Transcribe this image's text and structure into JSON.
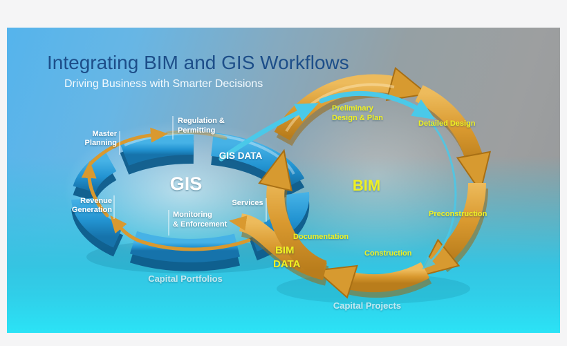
{
  "slide": {
    "title": "Integrating BIM and GIS Workflows",
    "subtitle": "Driving Business with Smarter Decisions",
    "gis": {
      "label": "GIS",
      "data_label": "GIS DATA",
      "caption": "Capital Portfolios",
      "stages": {
        "master_planning": {
          "line1": "Master",
          "line2": "Planning"
        },
        "regulation": {
          "line1": "Regulation &",
          "line2": "Permitting"
        },
        "revenue": {
          "line1": "Revenue",
          "line2": "Generation"
        },
        "monitoring": {
          "line1": "Monitoring",
          "line2": "& Enforcement"
        },
        "services": {
          "line1": "Services"
        }
      }
    },
    "bim": {
      "label": "BIM",
      "data_label": {
        "line1": "BIM",
        "line2": "DATA"
      },
      "caption": "Capital Projects",
      "stages": {
        "preliminary": {
          "line1": "Preliminary",
          "line2": "Design & Plan"
        },
        "detailed": {
          "line1": "Detailed Design"
        },
        "preconstruction": {
          "line1": "Preconstruction"
        },
        "construction": {
          "line1": "Construction"
        },
        "documentation": {
          "line1": "Documentation"
        }
      }
    },
    "colors": {
      "title_blue": "#1d4e89",
      "gis_ring_blue": "#2394d2",
      "bim_arrow_orange": "#d9992f",
      "flow_cyan": "#4ac9e9",
      "label_yellow": "#eef021",
      "bg_cyan": "#2be3f6",
      "bg_gray": "#96989a"
    }
  }
}
